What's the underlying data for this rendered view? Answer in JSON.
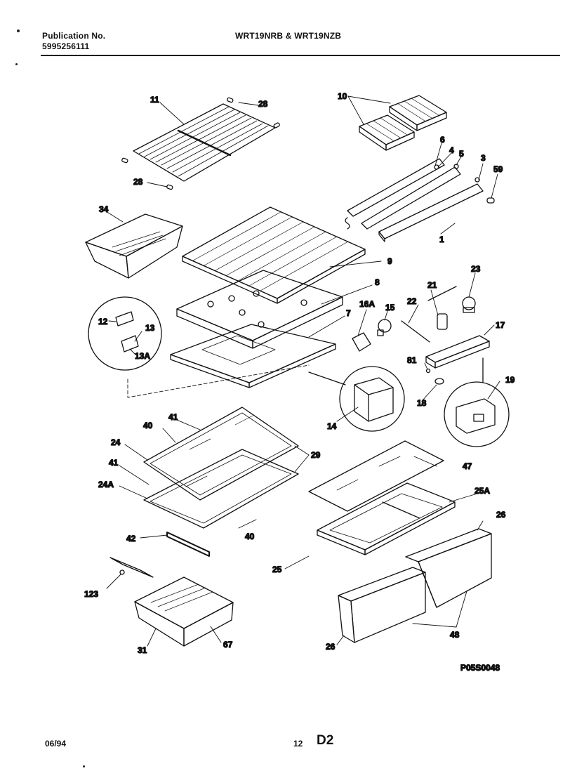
{
  "header": {
    "publication_label": "Publication No.",
    "publication_number": "5995256111",
    "model": "WRT19NRB & WRT19NZB"
  },
  "diagram": {
    "callouts": [
      "11",
      "28",
      "28",
      "10",
      "6",
      "4",
      "5",
      "3",
      "59",
      "1",
      "34",
      "9",
      "8",
      "12",
      "13",
      "13A",
      "7",
      "16A",
      "15",
      "21",
      "22",
      "23",
      "17",
      "81",
      "18",
      "19",
      "14",
      "41",
      "40",
      "24",
      "29",
      "41",
      "24A",
      "40",
      "47",
      "25A",
      "26",
      "25",
      "42",
      "123",
      "31",
      "67",
      "26",
      "48"
    ],
    "figure_code": "P05S0048"
  },
  "footer": {
    "date": "06/94",
    "page": "12",
    "section": "D2"
  }
}
